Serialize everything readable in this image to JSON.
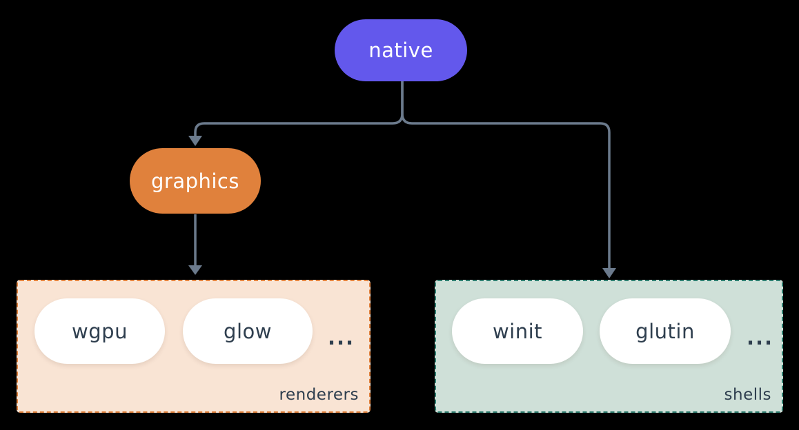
{
  "diagram": {
    "colors": {
      "background": "#000000",
      "native": "#6358ec",
      "orange": "#e0813c",
      "peach": "#f9e4d4",
      "sage": "#cfe0d8",
      "teal": "#2d7c6e",
      "connector": "#6b7a8c",
      "dark_text": "#2e3e4e",
      "white": "#ffffff"
    },
    "nodes": {
      "native": {
        "label": "native"
      },
      "graphics": {
        "label": "graphics"
      }
    },
    "groups": {
      "renderers": {
        "label": "renderers",
        "items": [
          "wgpu",
          "glow"
        ],
        "ellipsis": "..."
      },
      "shells": {
        "label": "shells",
        "items": [
          "winit",
          "glutin"
        ],
        "ellipsis": "..."
      }
    },
    "edges": [
      {
        "from": "native",
        "to": "graphics"
      },
      {
        "from": "native",
        "to": "shells"
      },
      {
        "from": "graphics",
        "to": "renderers"
      }
    ]
  }
}
